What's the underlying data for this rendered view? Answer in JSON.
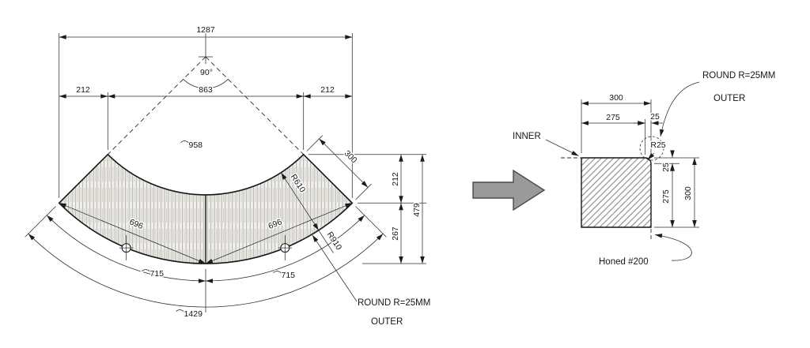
{
  "drawing": {
    "plan_view": {
      "dim_overall_width": "1287",
      "dim_offset_left": "212",
      "dim_inner_chord": "863",
      "dim_offset_right": "212",
      "dim_angle": "90°",
      "dim_arc_inner": "⌒958",
      "dim_radius_inner": "R610",
      "dim_radius_outer": "R910",
      "dim_chord_left": "696",
      "dim_chord_right": "696",
      "dim_arc_half_left": "⌒715",
      "dim_arc_half_right": "⌒715",
      "dim_arc_outer": "⌒1429",
      "dim_depth": "300",
      "dim_height_upper": "212",
      "dim_height_lower": "267",
      "dim_height_total": "479",
      "note_round": "ROUND R=25MM",
      "note_round_target": "OUTER"
    },
    "section_detail": {
      "dim_width_total": "300",
      "dim_width_major": "275",
      "dim_width_corner": "25",
      "dim_height_corner": "25",
      "dim_height_major": "275",
      "dim_height_total": "300",
      "dim_corner_radius": "R25",
      "label_inner_face": "INNER",
      "note_round": "ROUND R=25MM",
      "note_round_target": "OUTER",
      "note_finish": "Honed #200"
    },
    "colors": {
      "line": "#161616",
      "arrow_fill": "#9a9a9a",
      "hatch": "#a8a69e"
    }
  }
}
